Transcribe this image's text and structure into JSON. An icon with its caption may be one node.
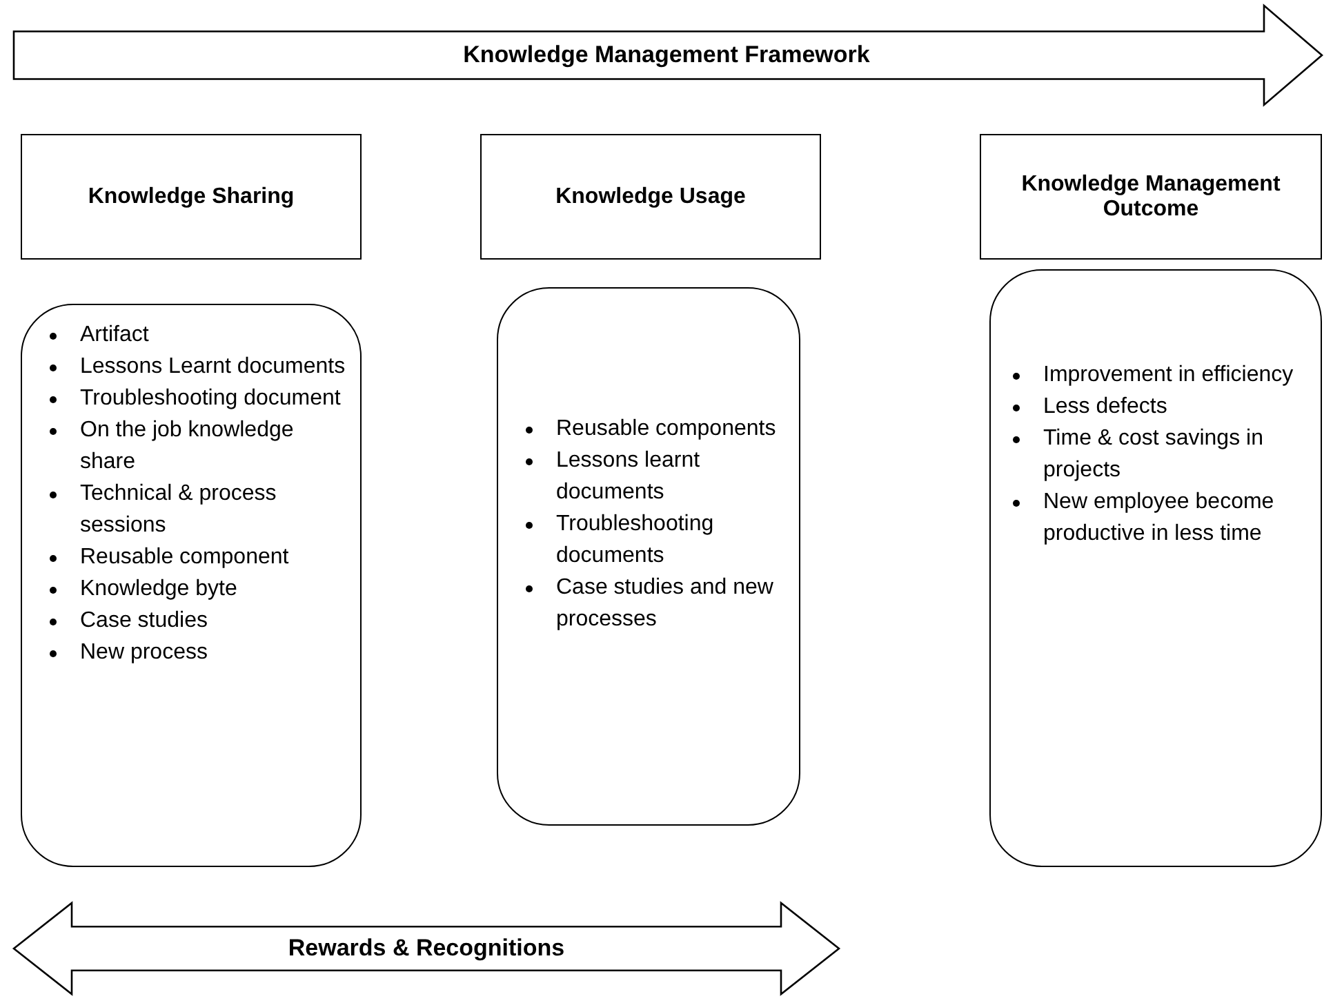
{
  "diagram": {
    "nodes": [
      {
        "text": [
          "Knowledge Management Framework"
        ]
      },
      {
        "text": [
          "Knowledge Sharing"
        ]
      },
      {
        "text": [
          "Knowledge Usage"
        ]
      },
      {
        "text": [
          "Knowledge Management Outcome"
        ]
      },
      {
        "text": [
          "Artifact",
          "Lessons Learnt documents",
          "Troubleshooting document",
          "On the job knowledge share",
          "Technical & process sessions",
          "Reusable component",
          "Knowledge byte",
          "Case studies",
          "New process"
        ]
      },
      {
        "text": [
          "Reusable components",
          "Lessons learnt documents",
          "Troubleshooting documents",
          "Case studies and new processes"
        ]
      },
      {
        "text": [
          "Improvement in efficiency",
          "Less defects",
          "Time & cost savings in projects",
          "New employee become productive in less time"
        ]
      },
      {
        "text": [
          "Rewards & Recognitions"
        ]
      }
    ]
  }
}
